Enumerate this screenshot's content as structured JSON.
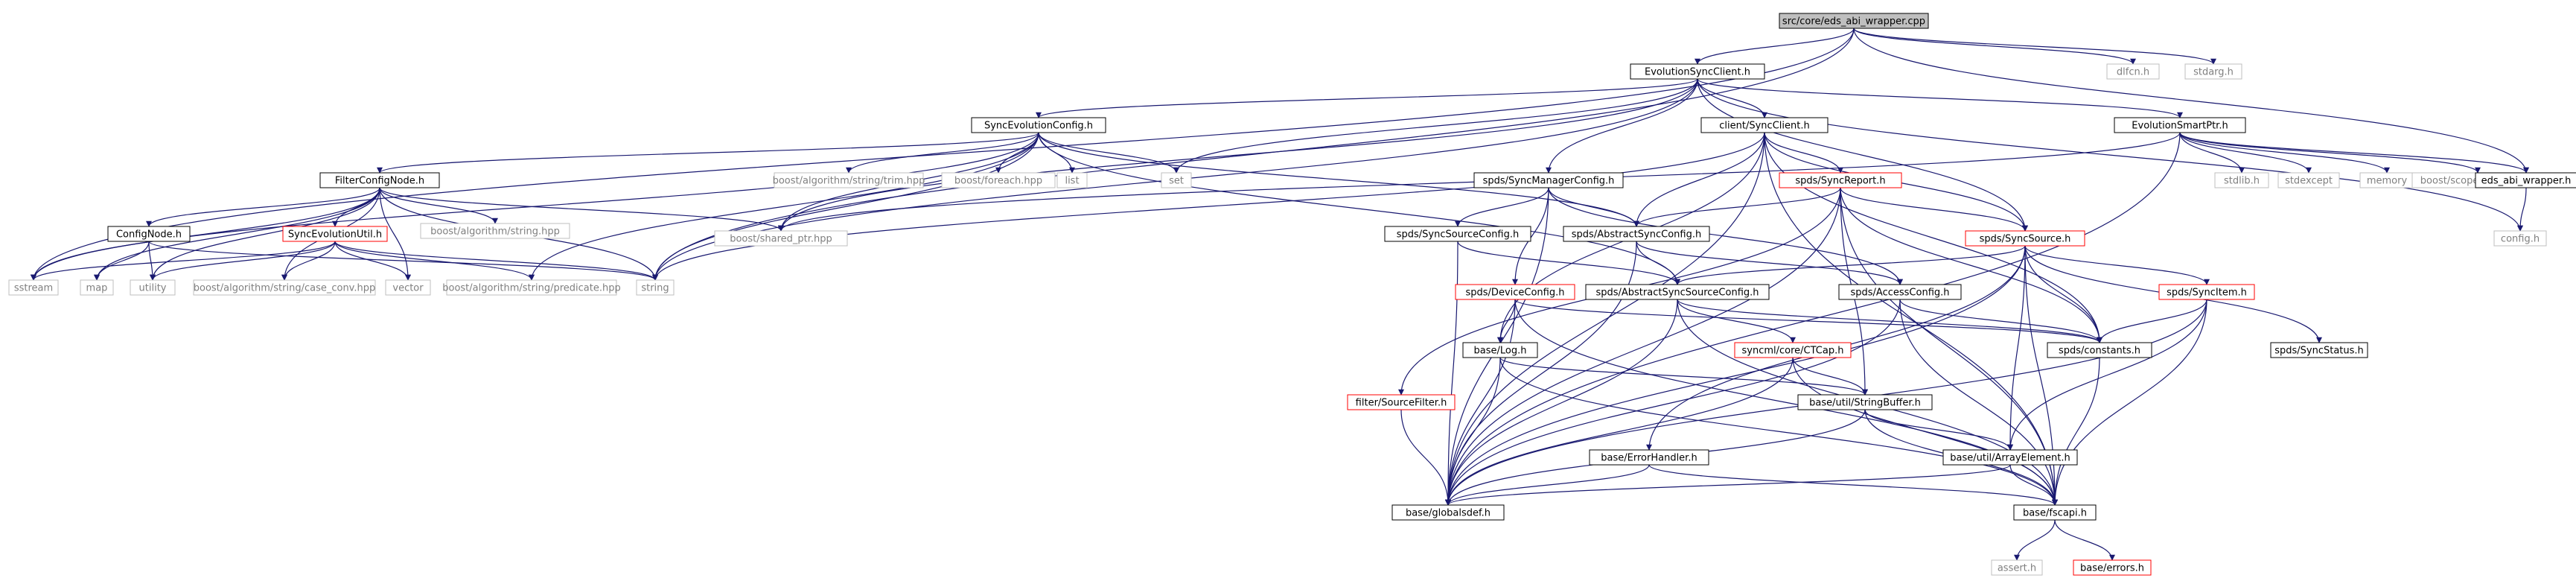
{
  "colors": {
    "edge": "#191970",
    "box_border_normal": "#000000",
    "box_border_external": "#bfbfbf",
    "box_border_truncated": "#ff0000",
    "root_fill": "#bfbfbf",
    "text_normal": "#000000",
    "text_external": "#7f7f7f"
  },
  "nodes": [
    {
      "id": "root",
      "label": "src/core/eds_abi_wrapper.cpp",
      "kind": "root"
    },
    {
      "id": "evo_client",
      "label": "EvolutionSyncClient.h",
      "kind": "normal"
    },
    {
      "id": "dlfcn",
      "label": "dlfcn.h",
      "kind": "external"
    },
    {
      "id": "stdarg",
      "label": "stdarg.h",
      "kind": "external"
    },
    {
      "id": "syncevo_config",
      "label": "SyncEvolutionConfig.h",
      "kind": "normal"
    },
    {
      "id": "client_syncclient",
      "label": "client/SyncClient.h",
      "kind": "normal"
    },
    {
      "id": "evo_smartptr",
      "label": "EvolutionSmartPtr.h",
      "kind": "normal"
    },
    {
      "id": "filter_confignode",
      "label": "FilterConfigNode.h",
      "kind": "normal"
    },
    {
      "id": "trim",
      "label": "boost/algorithm/string/trim.hpp",
      "kind": "external"
    },
    {
      "id": "foreach",
      "label": "boost/foreach.hpp",
      "kind": "external"
    },
    {
      "id": "list",
      "label": "list",
      "kind": "external"
    },
    {
      "id": "set",
      "label": "set",
      "kind": "external"
    },
    {
      "id": "syncmgrconfig",
      "label": "spds/SyncManagerConfig.h",
      "kind": "normal"
    },
    {
      "id": "syncreport",
      "label": "spds/SyncReport.h",
      "kind": "truncated"
    },
    {
      "id": "stdlib",
      "label": "stdlib.h",
      "kind": "external"
    },
    {
      "id": "stdexcept",
      "label": "stdexcept",
      "kind": "external"
    },
    {
      "id": "memory",
      "label": "memory",
      "kind": "external"
    },
    {
      "id": "scoped_array",
      "label": "boost/scoped_array.hpp",
      "kind": "external"
    },
    {
      "id": "eds_wrapper_h",
      "label": "eds_abi_wrapper.h",
      "kind": "normal"
    },
    {
      "id": "algo_string",
      "label": "boost/algorithm/string.hpp",
      "kind": "external"
    },
    {
      "id": "shared_ptr",
      "label": "boost/shared_ptr.hpp",
      "kind": "external"
    },
    {
      "id": "configh",
      "label": "config.h",
      "kind": "external"
    },
    {
      "id": "confignode",
      "label": "ConfigNode.h",
      "kind": "normal"
    },
    {
      "id": "syncevo_util",
      "label": "SyncEvolutionUtil.h",
      "kind": "truncated"
    },
    {
      "id": "syncsrcconfig",
      "label": "spds/SyncSourceConfig.h",
      "kind": "normal"
    },
    {
      "id": "abstractsyncconfig",
      "label": "spds/AbstractSyncConfig.h",
      "kind": "normal"
    },
    {
      "id": "syncsource",
      "label": "spds/SyncSource.h",
      "kind": "truncated"
    },
    {
      "id": "sstream",
      "label": "sstream",
      "kind": "external"
    },
    {
      "id": "map",
      "label": "map",
      "kind": "external"
    },
    {
      "id": "utility",
      "label": "utility",
      "kind": "external"
    },
    {
      "id": "case_conv",
      "label": "boost/algorithm/string/case_conv.hpp",
      "kind": "external"
    },
    {
      "id": "vector",
      "label": "vector",
      "kind": "external"
    },
    {
      "id": "predicate",
      "label": "boost/algorithm/string/predicate.hpp",
      "kind": "external"
    },
    {
      "id": "string",
      "label": "string",
      "kind": "external"
    },
    {
      "id": "deviceconfig",
      "label": "spds/DeviceConfig.h",
      "kind": "truncated"
    },
    {
      "id": "abstractsyncsrcconfig",
      "label": "spds/AbstractSyncSourceConfig.h",
      "kind": "normal"
    },
    {
      "id": "accessconfig",
      "label": "spds/AccessConfig.h",
      "kind": "normal"
    },
    {
      "id": "syncitem",
      "label": "spds/SyncItem.h",
      "kind": "truncated"
    },
    {
      "id": "baselog",
      "label": "base/Log.h",
      "kind": "normal"
    },
    {
      "id": "ctcap",
      "label": "syncml/core/CTCap.h",
      "kind": "truncated"
    },
    {
      "id": "constants",
      "label": "spds/constants.h",
      "kind": "normal"
    },
    {
      "id": "syncstatus",
      "label": "spds/SyncStatus.h",
      "kind": "normal"
    },
    {
      "id": "sourcefilter",
      "label": "filter/SourceFilter.h",
      "kind": "truncated"
    },
    {
      "id": "stringbuffer",
      "label": "base/util/StringBuffer.h",
      "kind": "normal"
    },
    {
      "id": "errorhandler",
      "label": "base/ErrorHandler.h",
      "kind": "normal"
    },
    {
      "id": "arrayelement",
      "label": "base/util/ArrayElement.h",
      "kind": "normal"
    },
    {
      "id": "globaldef",
      "label": "base/globalsdef.h",
      "kind": "normal"
    },
    {
      "id": "fscapi",
      "label": "base/fscapi.h",
      "kind": "normal"
    },
    {
      "id": "assert",
      "label": "assert.h",
      "kind": "external"
    },
    {
      "id": "errors",
      "label": "base/errors.h",
      "kind": "truncated"
    }
  ]
}
